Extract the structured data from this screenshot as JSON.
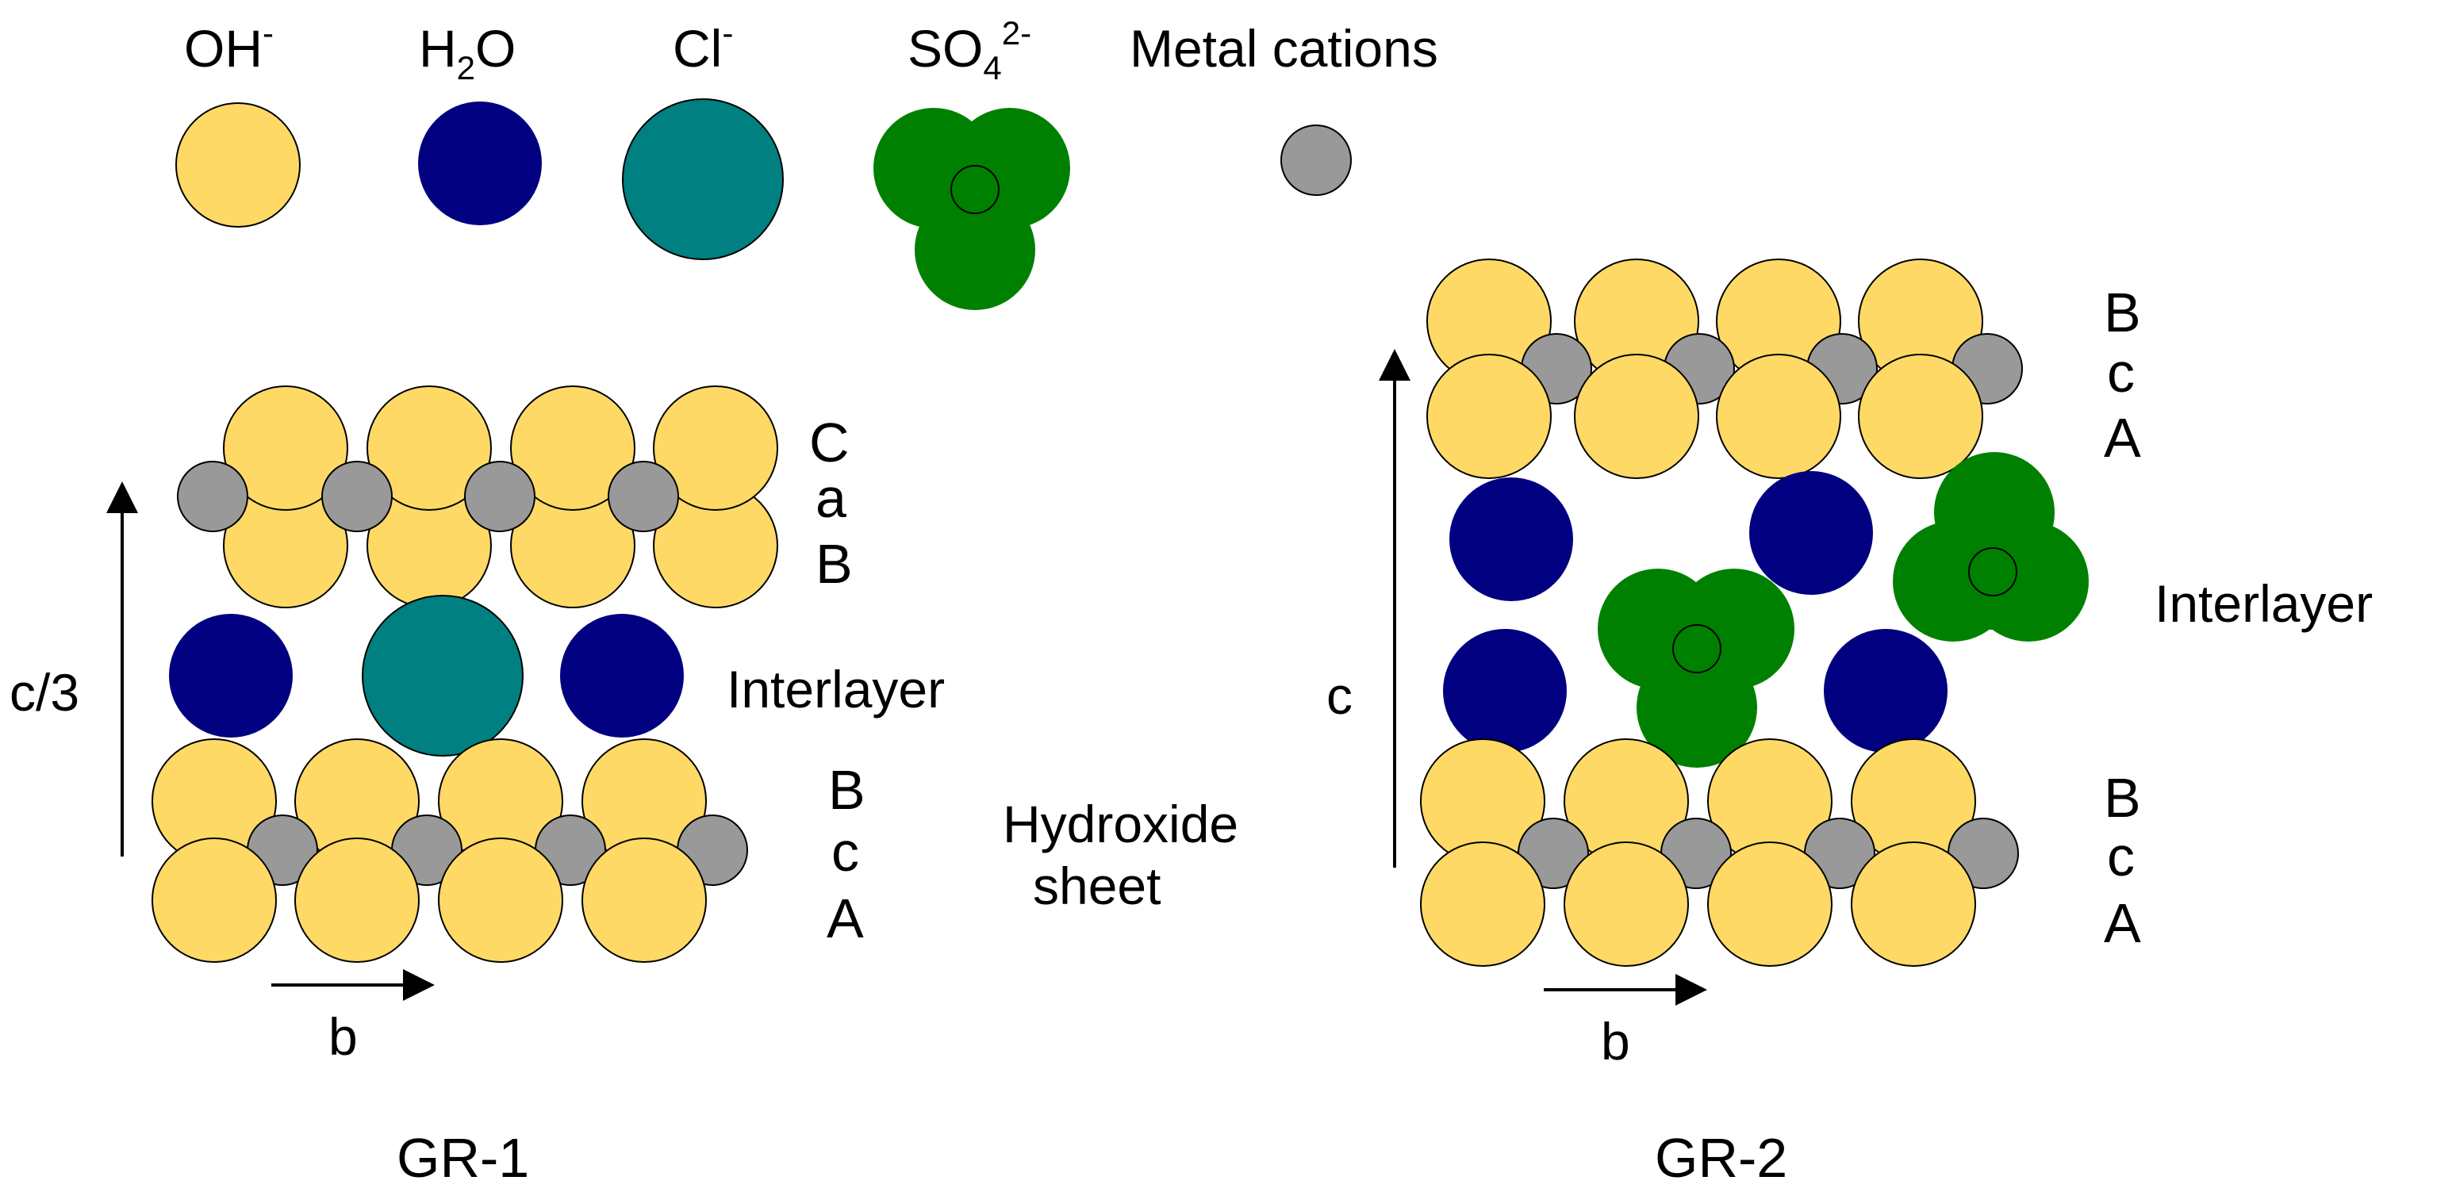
{
  "colors": {
    "hydroxide": "#FFD966",
    "water": "#000080",
    "chloride": "#008080",
    "sulfate": "#008000",
    "metal_cation": "#999999",
    "outline": "#000000"
  },
  "legend": {
    "oh": {
      "base": "OH",
      "sup": "-"
    },
    "h2o": {
      "pre": "H",
      "sub": "2",
      "post": "O"
    },
    "cl": {
      "base": "Cl",
      "sup": "-"
    },
    "so4": {
      "base": "SO",
      "sub": "4",
      "sup": "2-"
    },
    "metal": {
      "label": "Metal cations"
    }
  },
  "gr1": {
    "title": "GR-1",
    "top_stack": [
      "C",
      "a",
      "B"
    ],
    "bottom_stack": [
      "B",
      "c",
      "A"
    ],
    "interlayer_label": "Interlayer",
    "axis_vertical_label": "c/3",
    "axis_horizontal_label": "b"
  },
  "shared": {
    "hydroxide_sheet_label": [
      "Hydroxide",
      "sheet"
    ]
  },
  "gr2": {
    "title": "GR-2",
    "top_stack": [
      "B",
      "c",
      "A"
    ],
    "bottom_stack": [
      "B",
      "c",
      "A"
    ],
    "interlayer_label": "Interlayer",
    "axis_vertical_label": "c",
    "axis_horizontal_label": "b"
  }
}
